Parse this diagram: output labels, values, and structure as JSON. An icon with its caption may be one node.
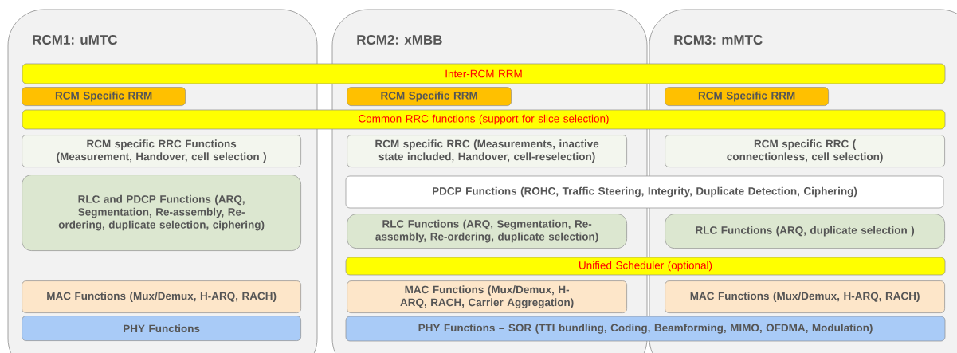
{
  "diagram": {
    "nodes": [
      {
        "text": [
          "RCM1: uMTC"
        ]
      },
      {
        "text": [
          "RCM2: xMBB"
        ]
      },
      {
        "text": [
          "RCM3: mMTC"
        ]
      },
      {
        "text": [
          "Inter-RCM RRM"
        ]
      },
      {
        "text": [
          "RCM Specific RRM"
        ],
        "in": 0
      },
      {
        "text": [
          "RCM Specific RRM"
        ],
        "in": 1
      },
      {
        "text": [
          "RCM Specific RRM"
        ],
        "in": 2
      },
      {
        "text": [
          "Common RRC functions (support for slice selection)"
        ]
      },
      {
        "text": [
          "RCM specific RRC Functions (Measurement, Handover, cell selection )"
        ],
        "in": 0
      },
      {
        "text": [
          "RCM specific RRC (Measurements, inactive state included, Handover, cell-reselection)"
        ],
        "in": 1
      },
      {
        "text": [
          "RCM specific RRC ( connectionless, cell selection)"
        ],
        "in": 2
      },
      {
        "text": [
          "RLC and PDCP Functions (ARQ, Segmentation, Re-assembly, Re-ordering, duplicate selection, ciphering)"
        ],
        "in": 0
      },
      {
        "text": [
          "PDCP Functions (ROHC, Traffic Steering, Integrity, Duplicate Detection, Ciphering)"
        ]
      },
      {
        "text": [
          "RLC Functions (ARQ, Segmentation, Re-assembly, Re-ordering, duplicate selection)"
        ],
        "in": 1
      },
      {
        "text": [
          "RLC Functions (ARQ, duplicate selection )"
        ],
        "in": 2
      },
      {
        "text": [
          "Unified Scheduler (optional)"
        ]
      },
      {
        "text": [
          "MAC Functions (Mux/Demux, H-ARQ, RACH)"
        ],
        "in": 0
      },
      {
        "text": [
          "MAC Functions (Mux/Demux, H-ARQ, RACH, Carrier Aggregation)"
        ],
        "in": 1
      },
      {
        "text": [
          "MAC Functions (Mux/Demux, H-ARQ, RACH)"
        ],
        "in": 2
      },
      {
        "text": [
          "PHY Functions"
        ],
        "in": 0
      },
      {
        "text": [
          "PHY Functions – SOR (TTI bundling, Coding, Beamforming, MIMO, OFDMA, Modulation)"
        ]
      }
    ],
    "edges": []
  }
}
